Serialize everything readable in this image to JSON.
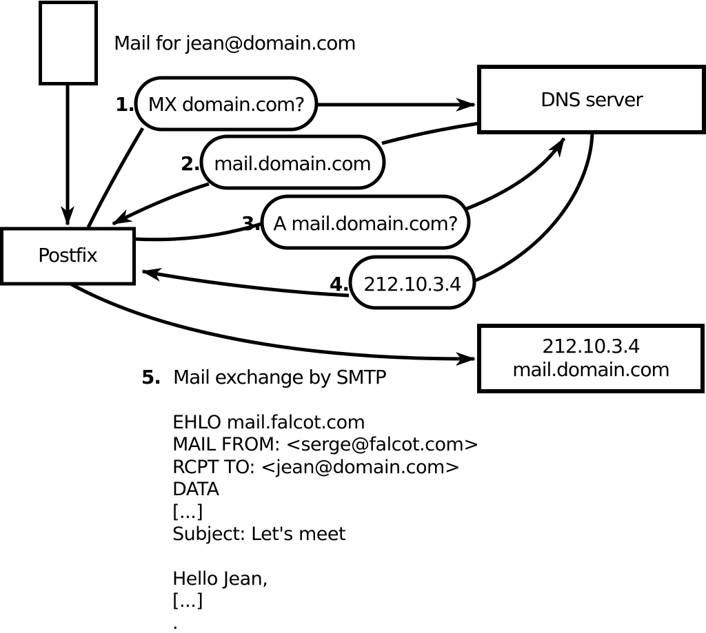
{
  "diagram": {
    "colors": {
      "line": "#000000",
      "background": "#ffffff",
      "node_fill": "#ffffff"
    },
    "mail_label": "Mail for jean@domain.com",
    "nodes": {
      "postfix": {
        "label": "Postfix"
      },
      "dns_server": {
        "label": "DNS server"
      },
      "mail_server": {
        "line1": "212.10.3.4",
        "line2": "mail.domain.com"
      }
    },
    "steps": [
      {
        "num": "1.",
        "label": "MX domain.com?"
      },
      {
        "num": "2.",
        "label": "mail.domain.com"
      },
      {
        "num": "3.",
        "label": "A mail.domain.com?"
      },
      {
        "num": "4.",
        "label": "212.10.3.4"
      },
      {
        "num": "5.",
        "label": "Mail exchange by SMTP"
      }
    ],
    "smtp_session": [
      "EHLO mail.falcot.com",
      "MAIL FROM: <serge@falcot.com>",
      "RCPT TO: <jean@domain.com>",
      "DATA",
      "[...]",
      "Subject: Let's meet",
      "",
      "Hello Jean,",
      "[...]",
      "."
    ]
  }
}
